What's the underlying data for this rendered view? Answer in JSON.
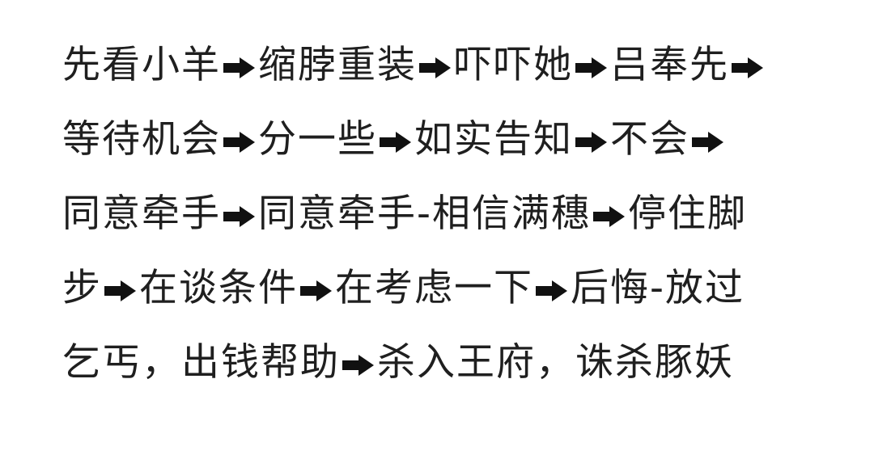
{
  "route": {
    "lines": [
      [
        "先看小羊",
        "ARROW",
        "缩脖重装",
        "ARROW",
        "吓吓她",
        "ARROW",
        "吕奉先",
        "ARROW"
      ],
      [
        "等待机会",
        "ARROW",
        "分一些",
        "ARROW",
        "如实告知",
        "ARROW",
        "不会",
        "ARROW"
      ],
      [
        "同意牵手",
        "ARROW",
        "同意牵手-相信满穗",
        "ARROW",
        "停住脚"
      ],
      [
        "步",
        "ARROW",
        "在谈条件",
        "ARROW",
        "在考虑一下",
        "ARROW",
        "后悔-放过"
      ],
      [
        "乞丐，出钱帮助",
        "ARROW",
        "杀入王府，诛杀豚妖"
      ]
    ],
    "arrow_icon": "right-arrow-icon",
    "text_color": "#1f1f1f",
    "arrow_color": "#111111"
  }
}
